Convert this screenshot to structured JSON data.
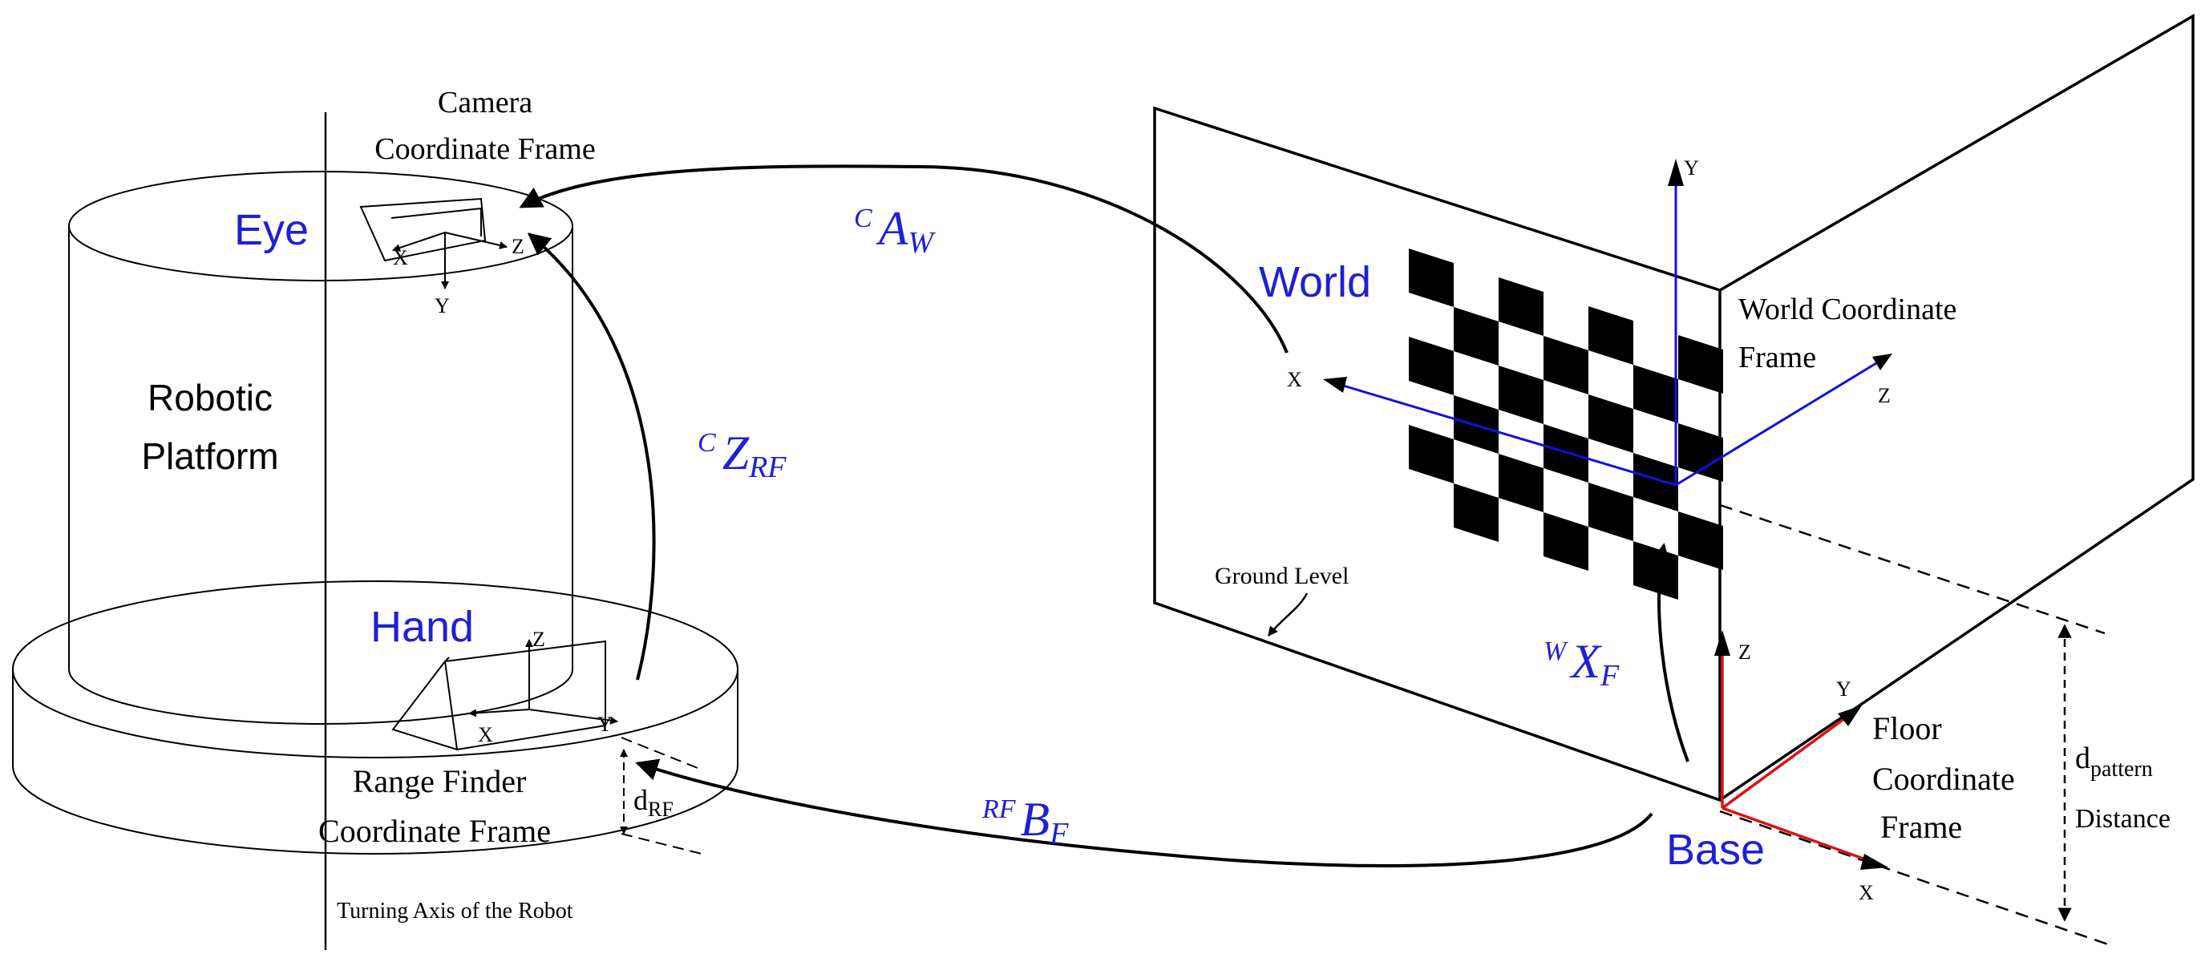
{
  "colors": {
    "line": "#000000",
    "accent_blue": "#1f1fd6",
    "axis_blue": "#1010e0",
    "axis_red": "#e01010"
  },
  "labels": {
    "camera_frame_1": "Camera",
    "camera_frame_2": "Coordinate Frame",
    "eye": "Eye",
    "robotic_platform_1": "Robotic",
    "robotic_platform_2": "Platform",
    "hand": "Hand",
    "range_finder_1": "Range Finder",
    "range_finder_2": "Coordinate Frame",
    "turning_axis": "Turning Axis of the Robot",
    "d_rf_main": "d",
    "d_rf_sub": "RF",
    "world": "World",
    "world_frame_1": "World Coordinate",
    "world_frame_2": "Frame",
    "ground_level": "Ground Level",
    "base": "Base",
    "floor_frame_1": "Floor",
    "floor_frame_2": "Coordinate",
    "floor_frame_3": "Frame",
    "d_pattern_main": "d",
    "d_pattern_sub": "pattern",
    "distance": "Distance"
  },
  "axes": {
    "x": "X",
    "y": "Y",
    "z": "Z"
  },
  "transforms": {
    "c_a_w": {
      "sup": "C",
      "main": "A",
      "sub": "W"
    },
    "c_z_rf": {
      "sup": "C",
      "main": "Z",
      "sub": "RF"
    },
    "w_x_f": {
      "sup": "W",
      "main": "X",
      "sub": "F"
    },
    "rf_b_f": {
      "sup": "RF",
      "main": "B",
      "sub": "F"
    }
  }
}
